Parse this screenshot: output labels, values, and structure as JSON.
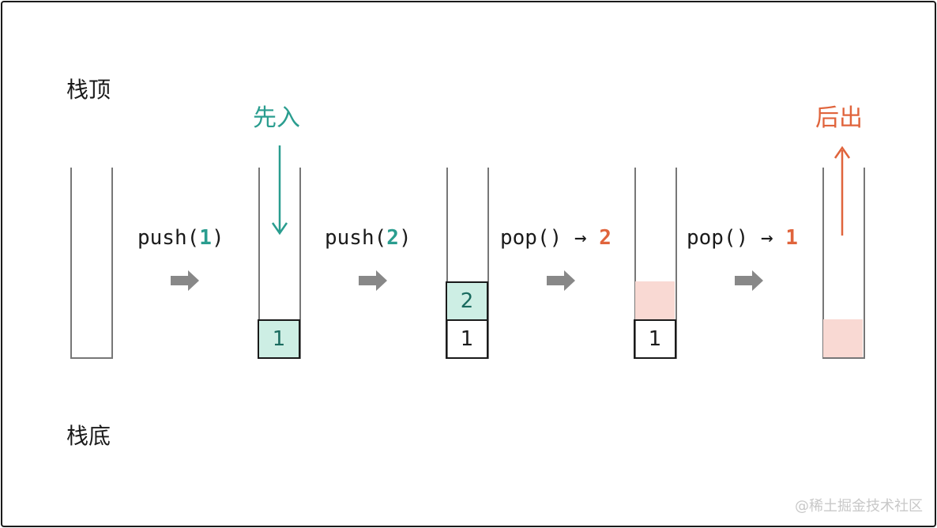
{
  "labels": {
    "stack_top": "栈顶",
    "stack_bottom": "栈底",
    "first_in": "先入",
    "last_out": "后出"
  },
  "operations": [
    {
      "prefix": "push(",
      "value": "1",
      "suffix": ")"
    },
    {
      "prefix": "push(",
      "value": "2",
      "suffix": ")"
    },
    {
      "prefix": "pop() → ",
      "value": "2",
      "suffix": ""
    },
    {
      "prefix": "pop() → ",
      "value": "1",
      "suffix": ""
    }
  ],
  "stacks": [
    {
      "cells": []
    },
    {
      "cells": [
        "1"
      ]
    },
    {
      "cells": [
        "1",
        "2"
      ]
    },
    {
      "cells": [
        "1"
      ]
    },
    {
      "cells": []
    }
  ],
  "watermark": "@稀土掘金技术社区",
  "colors": {
    "accent_push": "#2a9d8f",
    "accent_pop": "#e0643c",
    "cell_new_fill": "#cdeee4",
    "popped_fill": "#f9d9d3",
    "step_arrow": "#888888"
  }
}
